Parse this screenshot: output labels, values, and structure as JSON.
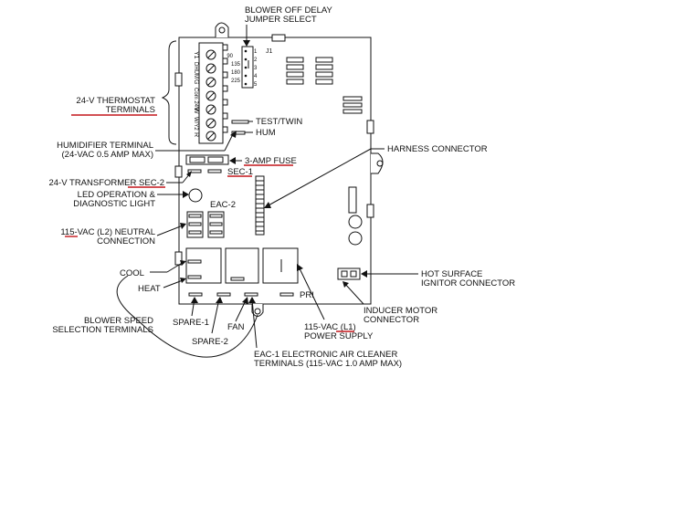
{
  "callouts": {
    "blower_off_delay": [
      "BLOWER OFF DELAY",
      "JUMPER SELECT"
    ],
    "thermostat": [
      "24-V THERMOSTAT",
      "TERMINALS"
    ],
    "humidifier": [
      "HUMIDIFIER TERMINAL",
      "(24-VAC 0.5 AMP MAX)"
    ],
    "transformer_sec2": "24-V TRANSFORMER SEC-2",
    "led": [
      "LED OPERATION &",
      "DIAGNOSTIC LIGHT"
    ],
    "neutral": [
      "115-VAC (L2) NEUTRAL",
      "CONNECTION"
    ],
    "cool": "COOL",
    "heat": "HEAT",
    "blower_speed": [
      "BLOWER SPEED",
      "SELECTION TERMINALS"
    ],
    "spare1": "SPARE-1",
    "spare2": "SPARE-2",
    "fan": "FAN",
    "eac1": [
      "EAC-1 ELECTRONIC AIR CLEANER",
      "TERMINALS (115-VAC 1.0 AMP MAX)"
    ],
    "power_supply": [
      "115-VAC (L1)",
      "POWER SUPPLY"
    ],
    "inducer": [
      "INDUCER MOTOR",
      "CONNECTOR"
    ],
    "ignitor": [
      "HOT SURFACE",
      "IGNITOR CONNECTOR"
    ],
    "harness": "HARNESS CONNECTOR"
  },
  "board": {
    "j1": "J1",
    "jumper_delays": [
      "90",
      "135",
      "180",
      "225"
    ],
    "jumper_pins": [
      "1",
      "2",
      "3",
      "4",
      "5"
    ],
    "terminals": [
      "Y1",
      "DHUM",
      "G",
      "Com 24V",
      "W",
      "W/Y2",
      "R"
    ],
    "test_twin": "TEST/TWIN",
    "hum": "HUM",
    "fuse": "3-AMP FUSE",
    "sec1": "SEC-1",
    "eac2": "EAC-2",
    "pri": "PRI"
  }
}
